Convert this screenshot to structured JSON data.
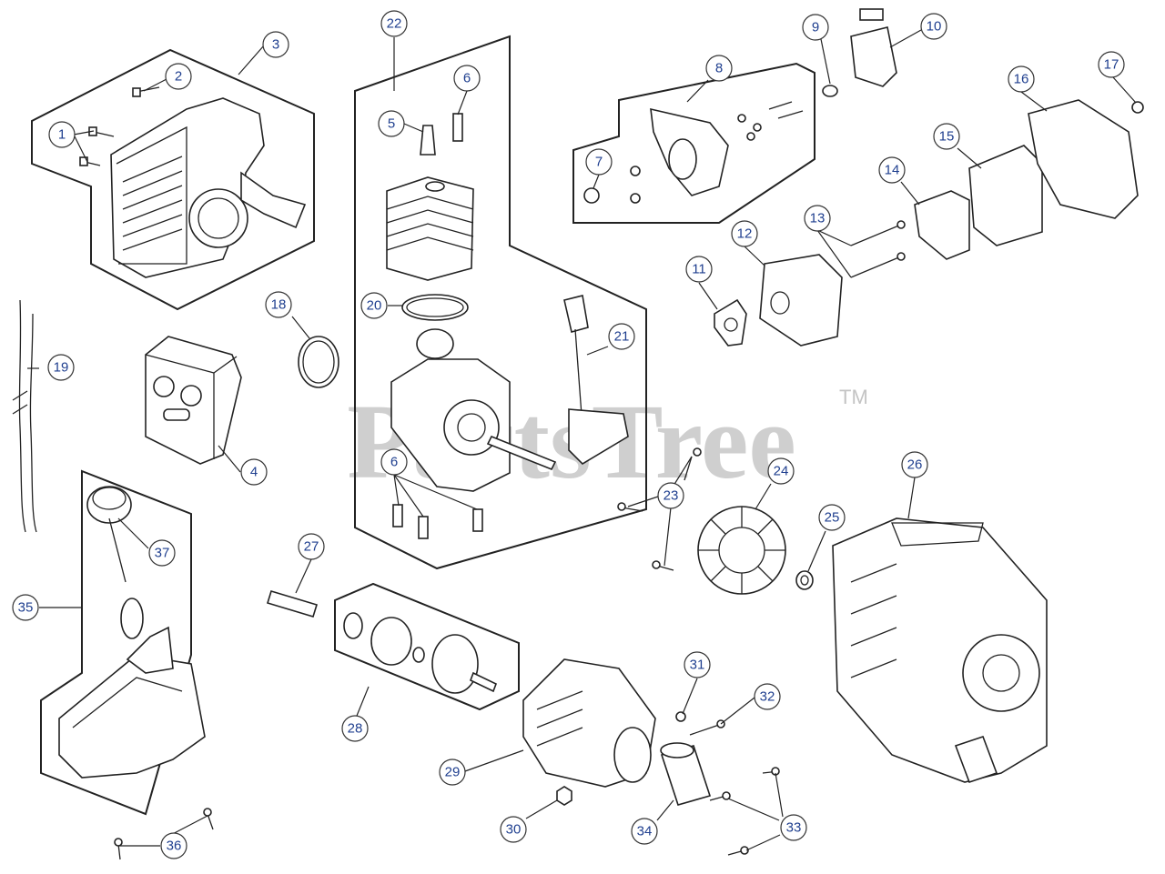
{
  "watermark": {
    "text": "PartsTree",
    "trademark": "TM"
  },
  "callouts": {
    "c1": "1",
    "c2": "2",
    "c3": "3",
    "c4": "4",
    "c5": "5",
    "c6a": "6",
    "c6b": "6",
    "c7": "7",
    "c8": "8",
    "c9": "9",
    "c10": "10",
    "c11": "11",
    "c12": "12",
    "c13": "13",
    "c14": "14",
    "c15": "15",
    "c16": "16",
    "c17": "17",
    "c18": "18",
    "c19": "19",
    "c20": "20",
    "c21": "21",
    "c22": "22",
    "c23": "23",
    "c24": "24",
    "c25": "25",
    "c26": "26",
    "c27": "27",
    "c28": "28",
    "c29": "29",
    "c30": "30",
    "c31": "31",
    "c32": "32",
    "c33": "33",
    "c34": "34",
    "c35": "35",
    "c36": "36",
    "c37": "37"
  },
  "colors": {
    "callout_text": "#1f3f8f",
    "line": "#222222",
    "watermark": "#c4c4c4"
  }
}
